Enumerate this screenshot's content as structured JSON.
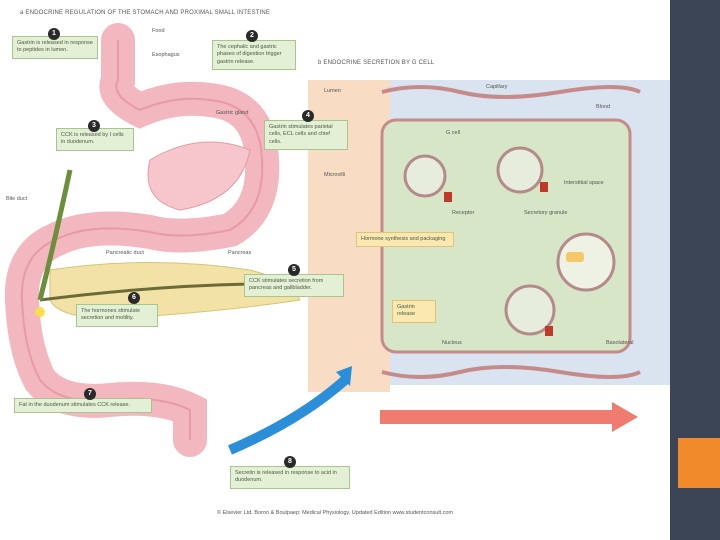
{
  "panel_a": {
    "title": "a  ENDOCRINE REGULATION OF THE STOMACH AND PROXIMAL SMALL INTESTINE",
    "labels": {
      "food": "Food",
      "esophagus": "Esophagus",
      "bile_duct": "Bile duct",
      "pancreatic_duct": "Pancreatic duct",
      "pancreas": "Pancreas",
      "gastric_gland": "Gastric gland"
    },
    "callouts": [
      {
        "n": "1",
        "text": "Gastrin is released in response to peptides in lumen."
      },
      {
        "n": "2",
        "text": "The cephalic and gastric phases of digestion trigger gastrin release."
      },
      {
        "n": "3",
        "text": "CCK is released by I cells in duodenum."
      },
      {
        "n": "4",
        "text": "Gastrin stimulates parietal cells, ECL cells and chief cells."
      },
      {
        "n": "5",
        "text": "CCK stimulates secretion from pancreas and gallbladder."
      },
      {
        "n": "6",
        "text": "The hormones stimulate secretion and motility."
      },
      {
        "n": "7",
        "text": "Fat in the duodenum stimulates CCK release."
      },
      {
        "n": "8",
        "text": "Secretin is released in response to acid in duodenum."
      }
    ]
  },
  "panel_b": {
    "title": "b  ENDOCRINE SECRETION BY G CELL",
    "labels": {
      "lumen": "Lumen",
      "g_cell": "G cell",
      "receptor": "Receptor",
      "secretory_granule": "Secretory granule",
      "interstitial_space": "Interstitial space",
      "blood": "Blood",
      "capillary": "Capillary",
      "nucleus": "Nucleus",
      "microvilli": "Microvilli",
      "gastrin_release": "Gastrin release",
      "hormone_synthesis": "Hormone synthesis and packaging",
      "basolateral": "Basolateral"
    }
  },
  "footer": "© Elsevier Ltd. Boron & Boulpaep: Medical Physiology, Updated Edition    www.studentconsult.com",
  "colors": {
    "sidebar": "#3b4556",
    "accent": "#f08a2a",
    "callout_fill": "#e4f0d6",
    "tissue": "#f3b7bf",
    "arrow_blue": "#2a8fd8",
    "arrow_red": "#f07b6f"
  }
}
